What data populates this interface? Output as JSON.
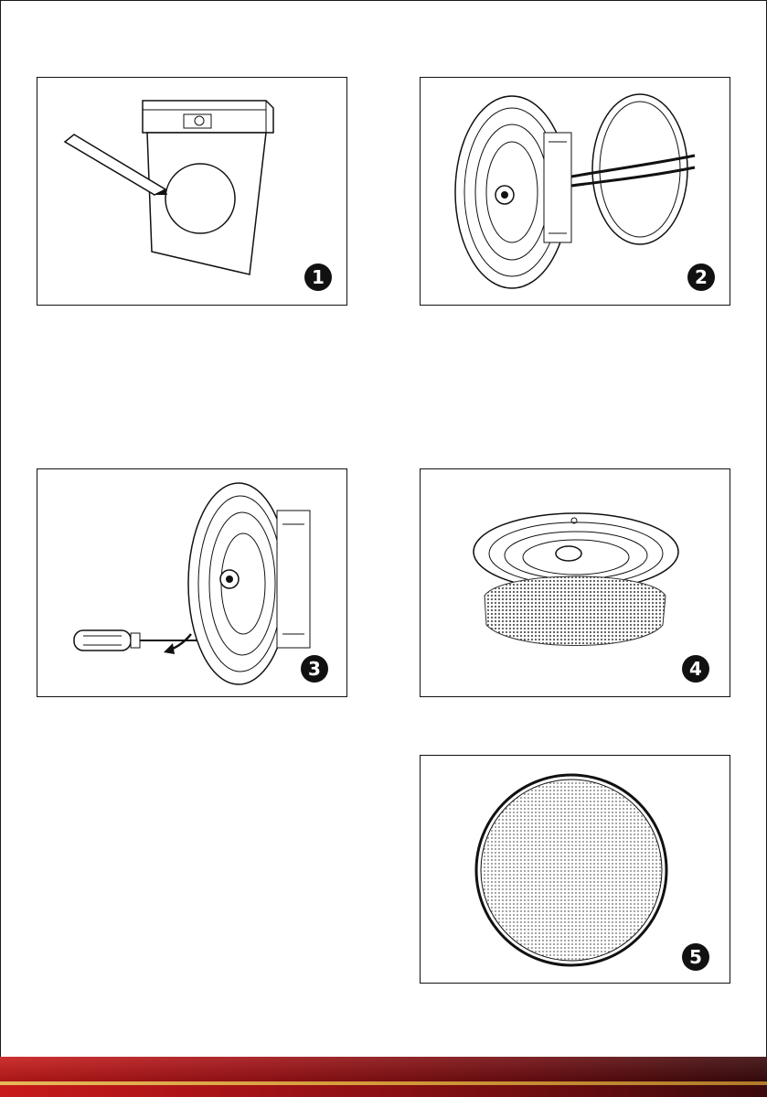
{
  "steps": [
    {
      "number": "1",
      "illustration": "template-cut-icon"
    },
    {
      "number": "2",
      "illustration": "speaker-wiring-icon"
    },
    {
      "number": "3",
      "illustration": "screwdriver-mount-icon"
    },
    {
      "number": "4",
      "illustration": "grille-attach-icon"
    },
    {
      "number": "5",
      "illustration": "installed-grille-icon"
    }
  ],
  "colors": {
    "footer_red": "#c81a1a",
    "footer_dark": "#3a0a0c",
    "footer_gold": "#e7b95a"
  }
}
